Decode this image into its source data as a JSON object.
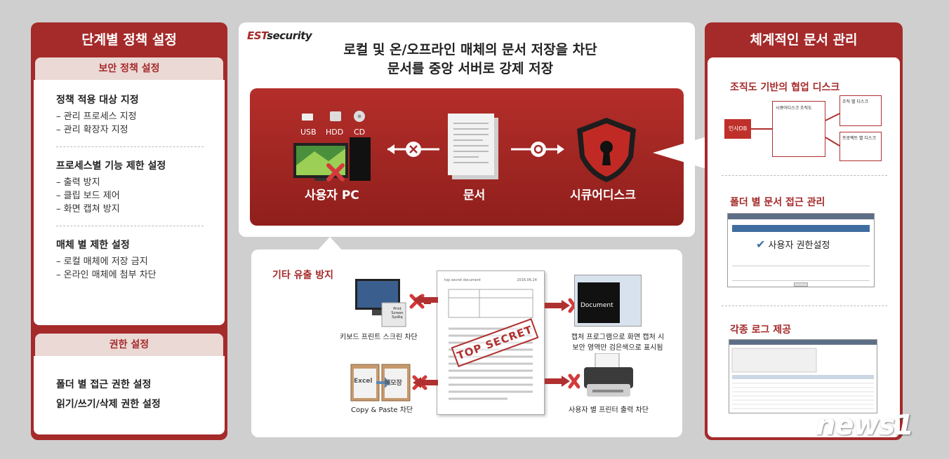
{
  "left": {
    "title": "단계별 정책 설정",
    "security": {
      "header": "보안 정책 설정",
      "groups": [
        {
          "title": "정책 적용 대상 지정",
          "items": [
            "– 관리 프로세스 지정",
            "– 관리 확장자 지정"
          ]
        },
        {
          "title": "프로세스별 기능 제한 설정",
          "items": [
            "– 출력 방지",
            "– 클립 보드 제어",
            "– 화면 캡쳐 방지"
          ]
        },
        {
          "title": "매체 별 제한 설정",
          "items": [
            "– 로컬 매체에 저장 금지",
            "– 온라인 매체에 첨부 차단"
          ]
        }
      ]
    },
    "permission": {
      "header": "권한 설정",
      "items": [
        "폴더 별 접근 권한 설정",
        "읽기/쓰기/삭제 권한 설정"
      ]
    }
  },
  "center": {
    "logo_prefix": "EST",
    "logo_suffix": "security",
    "title_line1": "로컬 및 온/오프라인 매체의 문서 저장을 차단",
    "title_line2": "문서를 중앙 서버로 강제 저장",
    "media": [
      "USB",
      "HDD",
      "CD"
    ],
    "user_pc": "사용자 PC",
    "document": "문서",
    "secure_disk": "시큐어디스크",
    "leak_title": "기타 유출 방지",
    "keyboard_caption": "키보드 프린트 스크린 차단",
    "capture_caption_1": "캡처 프로그램으로 화면 캡처 시",
    "capture_caption_2": "보안 영역만 검은색으로 표시됨",
    "copy_caption": "Copy & Paste 차단",
    "printer_caption": "사용자 별 프린터 출력 차단",
    "excel_label": "Excel",
    "notepad_label": "메모장",
    "doc_header_left": "top secret document",
    "doc_header_right": "2016.06.24",
    "stamp": "TOP SECRET",
    "capture_doc_label": "Document",
    "prtscn_label": "Print Screen SysRq"
  },
  "right": {
    "title": "체계적인 문서 관리",
    "sections": [
      "조직도 기반의 협업 디스크",
      "폴더 별 문서 접근 관리",
      "각종 로그 제공"
    ],
    "org_root": "인사DB",
    "org_mid": "시큐어디스크 조직도",
    "org_top": "조직 별 디스크",
    "org_bot": "프로젝트 별 디스크",
    "permission_label": "사용자 권한설정"
  },
  "watermark": "news1"
}
